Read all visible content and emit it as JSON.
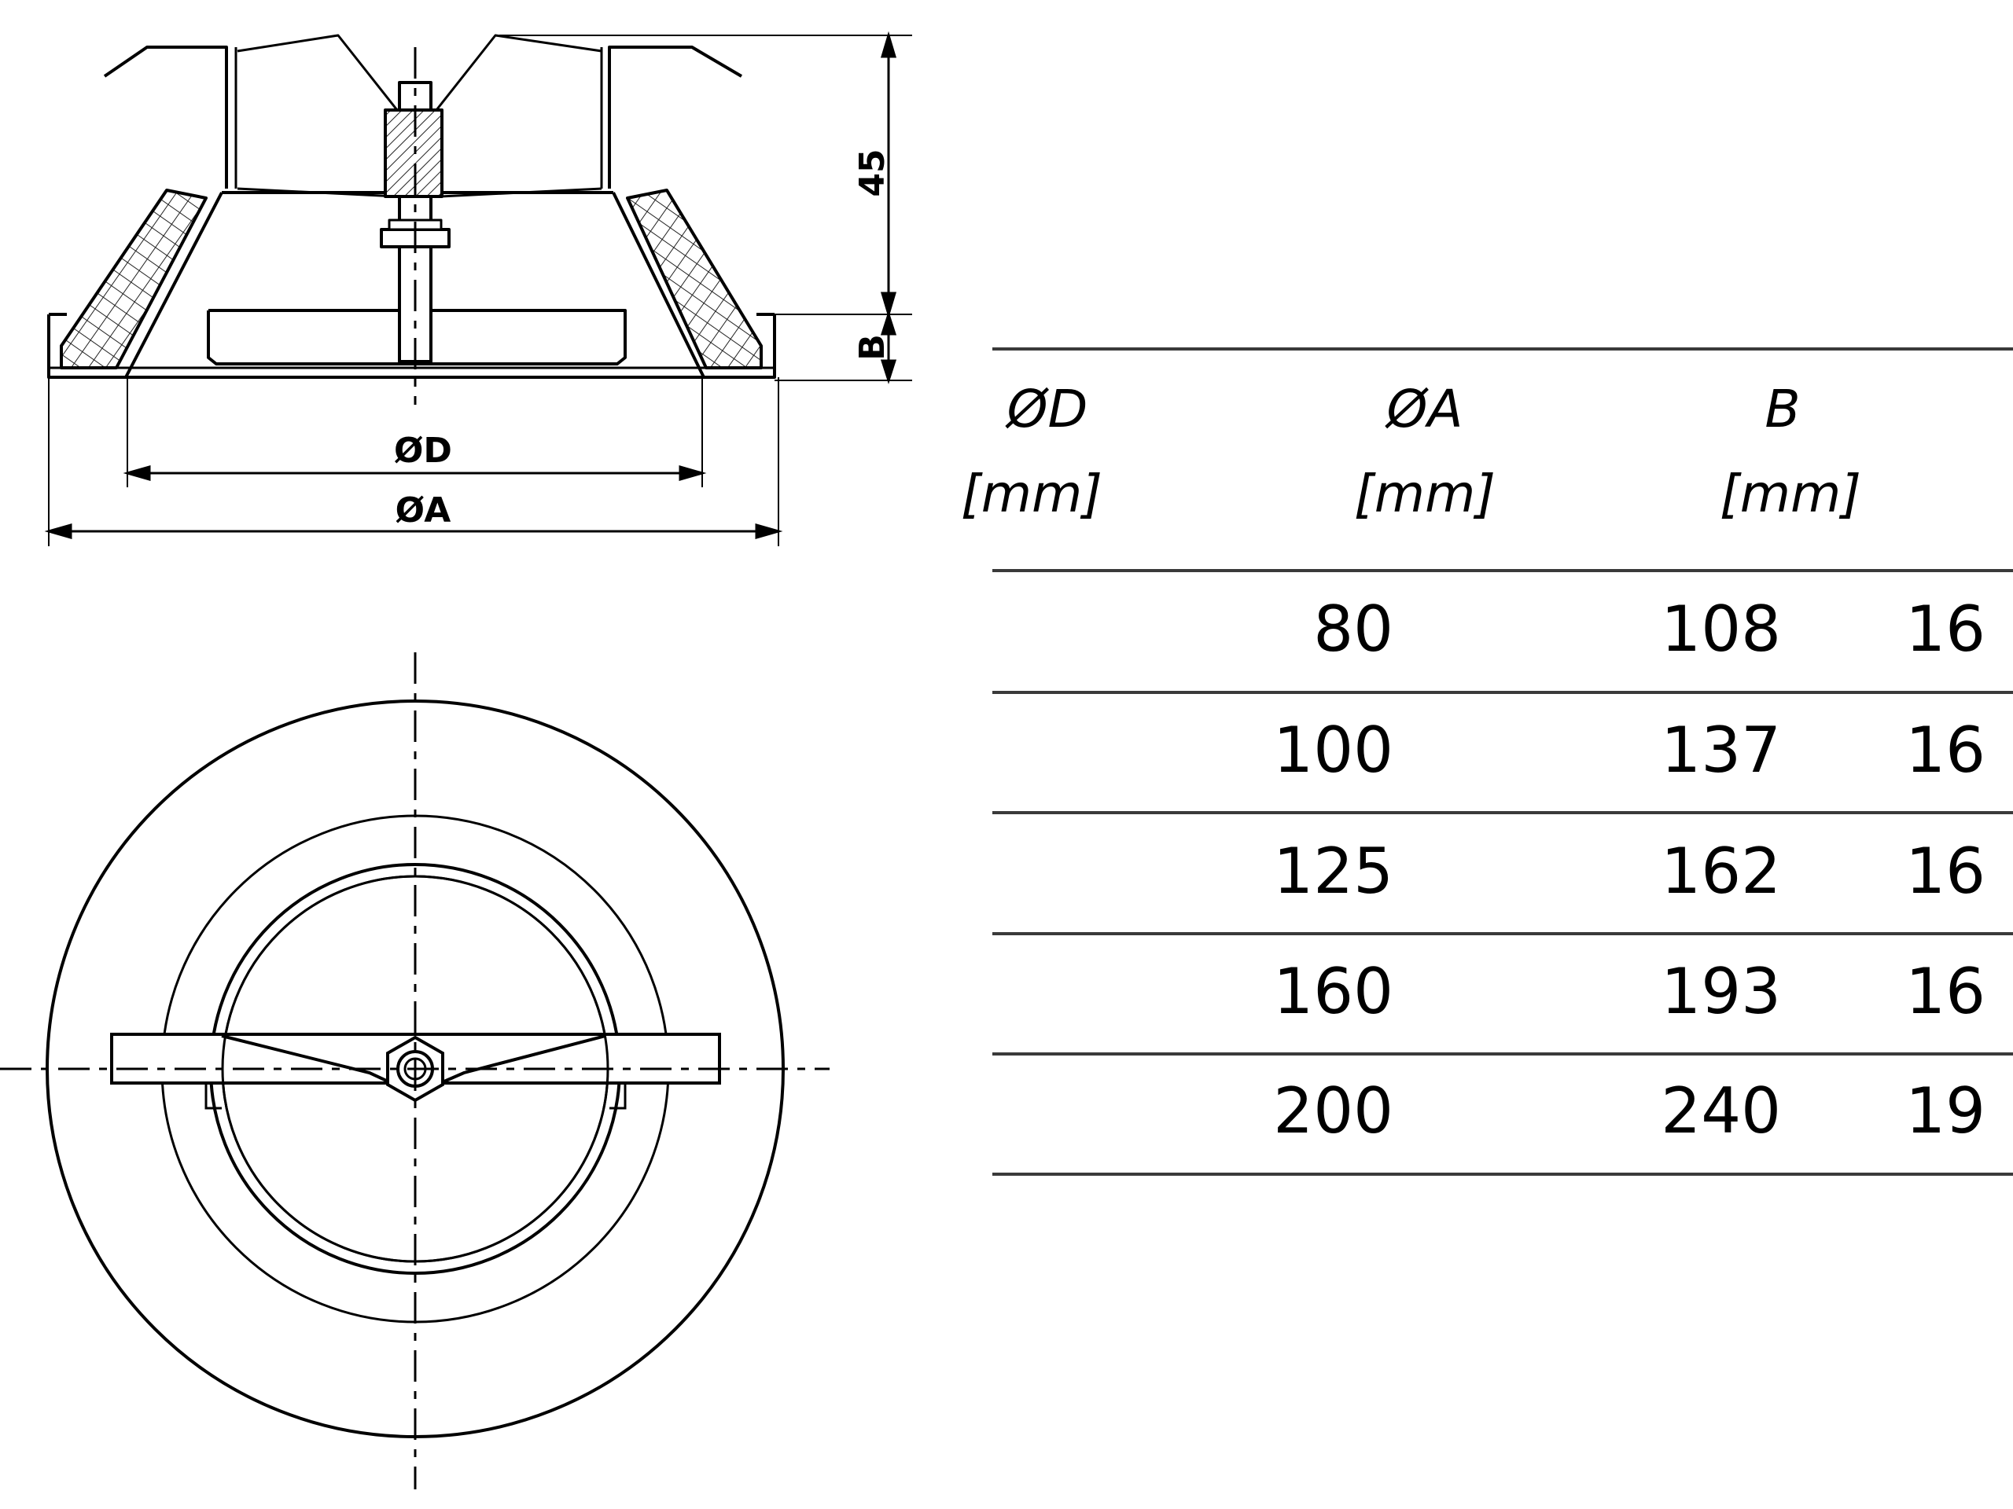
{
  "drawing": {
    "dimensions": {
      "height_label": "45",
      "b_label": "B",
      "d_label": "ØD",
      "a_label": "ØA"
    }
  },
  "table": {
    "headers": [
      {
        "symbol": "ØD",
        "unit": "[mm]"
      },
      {
        "symbol": "ØA",
        "unit": "[mm]"
      },
      {
        "symbol": "B",
        "unit": "[mm]"
      }
    ],
    "rows": [
      [
        "80",
        "108",
        "16"
      ],
      [
        "100",
        "137",
        "16"
      ],
      [
        "125",
        "162",
        "16"
      ],
      [
        "160",
        "193",
        "16"
      ],
      [
        "200",
        "240",
        "19"
      ]
    ]
  }
}
